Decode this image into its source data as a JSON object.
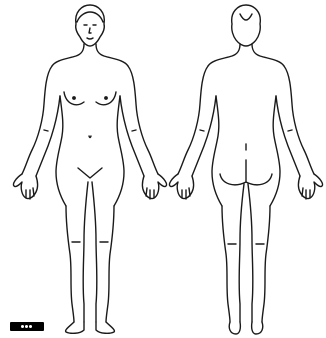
{
  "figure": {
    "views": [
      "front",
      "back"
    ],
    "background_color": "#ffffff",
    "line_color": "#1a1a1a"
  },
  "watermark": {
    "side_text": "",
    "logo_icon": "camera-badge-logo"
  }
}
